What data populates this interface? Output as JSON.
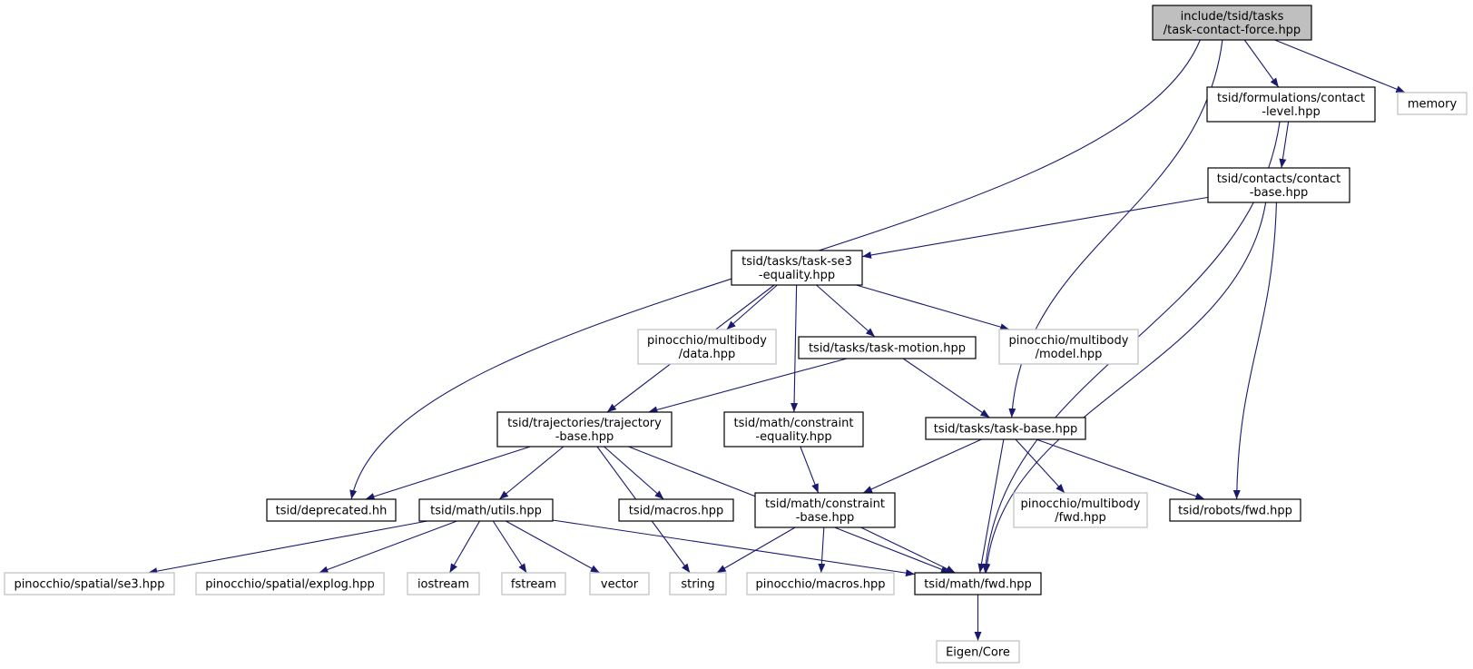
{
  "colors": {
    "edge": "#191970",
    "root_fill": "#bfbfbf",
    "node_border": "#000000",
    "external_border": "#bfbfbf",
    "background": "#ffffff"
  },
  "nodes": {
    "root": {
      "lines": [
        "include/tsid/tasks",
        "/task-contact-force.hpp"
      ],
      "kind": "root"
    },
    "memory": {
      "lines": [
        "memory"
      ],
      "kind": "external"
    },
    "contact_level": {
      "lines": [
        "tsid/formulations/contact",
        "-level.hpp"
      ],
      "kind": "internal"
    },
    "contact_base": {
      "lines": [
        "tsid/contacts/contact",
        "-base.hpp"
      ],
      "kind": "internal"
    },
    "task_se3": {
      "lines": [
        "tsid/tasks/task-se3",
        "-equality.hpp"
      ],
      "kind": "internal"
    },
    "pin_data": {
      "lines": [
        "pinocchio/multibody",
        "/data.hpp"
      ],
      "kind": "external"
    },
    "task_motion": {
      "lines": [
        "tsid/tasks/task-motion.hpp"
      ],
      "kind": "internal"
    },
    "pin_model": {
      "lines": [
        "pinocchio/multibody",
        "/model.hpp"
      ],
      "kind": "external"
    },
    "traj_base": {
      "lines": [
        "tsid/trajectories/trajectory",
        "-base.hpp"
      ],
      "kind": "internal"
    },
    "constraint_eq": {
      "lines": [
        "tsid/math/constraint",
        "-equality.hpp"
      ],
      "kind": "internal"
    },
    "task_base": {
      "lines": [
        "tsid/tasks/task-base.hpp"
      ],
      "kind": "internal"
    },
    "deprecated": {
      "lines": [
        "tsid/deprecated.hh"
      ],
      "kind": "internal"
    },
    "utils": {
      "lines": [
        "tsid/math/utils.hpp"
      ],
      "kind": "internal"
    },
    "macros": {
      "lines": [
        "tsid/macros.hpp"
      ],
      "kind": "internal"
    },
    "constraint_base": {
      "lines": [
        "tsid/math/constraint",
        "-base.hpp"
      ],
      "kind": "internal"
    },
    "pin_fwd": {
      "lines": [
        "pinocchio/multibody",
        "/fwd.hpp"
      ],
      "kind": "external"
    },
    "robots_fwd": {
      "lines": [
        "tsid/robots/fwd.hpp"
      ],
      "kind": "internal"
    },
    "se3": {
      "lines": [
        "pinocchio/spatial/se3.hpp"
      ],
      "kind": "external"
    },
    "explog": {
      "lines": [
        "pinocchio/spatial/explog.hpp"
      ],
      "kind": "external"
    },
    "iostream": {
      "lines": [
        "iostream"
      ],
      "kind": "external"
    },
    "fstream": {
      "lines": [
        "fstream"
      ],
      "kind": "external"
    },
    "vector": {
      "lines": [
        "vector"
      ],
      "kind": "external"
    },
    "string": {
      "lines": [
        "string"
      ],
      "kind": "external"
    },
    "pin_macros": {
      "lines": [
        "pinocchio/macros.hpp"
      ],
      "kind": "external"
    },
    "math_fwd": {
      "lines": [
        "tsid/math/fwd.hpp"
      ],
      "kind": "internal"
    },
    "eigen_core": {
      "lines": [
        "Eigen/Core"
      ],
      "kind": "external"
    }
  },
  "edges": [
    [
      "root",
      "deprecated"
    ],
    [
      "root",
      "task_base"
    ],
    [
      "root",
      "contact_level"
    ],
    [
      "root",
      "memory"
    ],
    [
      "contact_level",
      "contact_base"
    ],
    [
      "contact_level",
      "math_fwd"
    ],
    [
      "contact_base",
      "task_se3"
    ],
    [
      "contact_base",
      "robots_fwd"
    ],
    [
      "contact_base",
      "math_fwd"
    ],
    [
      "task_se3",
      "traj_base"
    ],
    [
      "task_se3",
      "constraint_eq"
    ],
    [
      "task_se3",
      "pin_data"
    ],
    [
      "task_se3",
      "task_motion"
    ],
    [
      "task_se3",
      "pin_model"
    ],
    [
      "task_motion",
      "traj_base"
    ],
    [
      "task_motion",
      "task_base"
    ],
    [
      "traj_base",
      "deprecated"
    ],
    [
      "traj_base",
      "utils"
    ],
    [
      "traj_base",
      "string"
    ],
    [
      "traj_base",
      "macros"
    ],
    [
      "traj_base",
      "math_fwd"
    ],
    [
      "constraint_eq",
      "constraint_base"
    ],
    [
      "task_base",
      "constraint_base"
    ],
    [
      "task_base",
      "math_fwd"
    ],
    [
      "task_base",
      "pin_fwd"
    ],
    [
      "task_base",
      "robots_fwd"
    ],
    [
      "utils",
      "se3"
    ],
    [
      "utils",
      "explog"
    ],
    [
      "utils",
      "iostream"
    ],
    [
      "utils",
      "fstream"
    ],
    [
      "utils",
      "vector"
    ],
    [
      "utils",
      "math_fwd"
    ],
    [
      "constraint_base",
      "string"
    ],
    [
      "constraint_base",
      "pin_macros"
    ],
    [
      "constraint_base",
      "math_fwd"
    ],
    [
      "math_fwd",
      "eigen_core"
    ]
  ]
}
